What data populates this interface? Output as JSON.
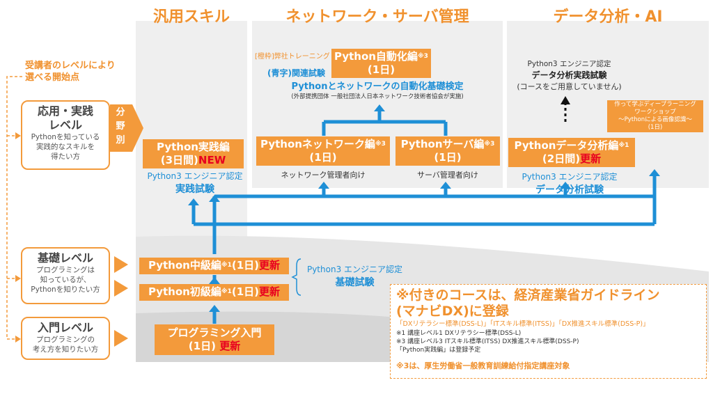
{
  "columns": {
    "general": "汎用スキル",
    "network": "ネットワーク・サーバ管理",
    "data": "データ分析・AI"
  },
  "start_note": [
    "受講者のレベルにより",
    "選べる開始点"
  ],
  "levels": {
    "advanced": {
      "title1": "応用・実践",
      "title2": "レベル",
      "desc": [
        "Pythonを知っている",
        "実践的なスキルを",
        "得たい方"
      ]
    },
    "basic": {
      "title": "基礎レベル",
      "desc": [
        "プログラミングは",
        "知っているが、",
        "Pythonを知りたい方"
      ]
    },
    "intro": {
      "title": "入門レベル",
      "desc": [
        "プログラミングの",
        "考え方を知りたい方"
      ]
    }
  },
  "bunya": [
    "分",
    "野",
    "別"
  ],
  "courses": {
    "jissen": {
      "name": "Python実践編",
      "days": "(3日間)",
      "badge": "NEW"
    },
    "automation": {
      "name": "Python自動化編",
      "mark": "※3",
      "days": "(1日)"
    },
    "network": {
      "name": "Pythonネットワーク編",
      "mark": "※3",
      "days": "(1日)",
      "target": "ネットワーク管理者向け"
    },
    "server": {
      "name": "Pythonサーバ編",
      "mark": "※3",
      "days": "(1日)",
      "target": "サーバ管理者向け"
    },
    "data": {
      "name": "Pythonデータ分析編",
      "mark": "※1",
      "days": "(2日間)",
      "badge": "更新"
    },
    "middle": {
      "name": "Python中級編",
      "mark": "※1",
      "days": "(1日)",
      "badge": "更新"
    },
    "beginner": {
      "name": "Python初級編",
      "mark": "※1",
      "days": "(1日)",
      "badge": "更新"
    },
    "intro": {
      "name": "プログラミング入門",
      "days": "(1日)",
      "badge": "更新"
    }
  },
  "legend": {
    "orange": "[橙枠]弊社トレーニング",
    "blue": "(青字)関連試験"
  },
  "exams": {
    "jissen": {
      "l1": "Python3 エンジニア認定",
      "l2": "実践試験"
    },
    "automation": {
      "l1": "Pythonとネットワークの自動化基礎検定",
      "l2": "(外部提携団体 一般社団法人日本ネットワーク技術者協会が実施)"
    },
    "data": {
      "l1": "Python3 エンジニア認定",
      "l2": "データ分析試験"
    },
    "basic": {
      "l1": "Python3 エンジニア認定",
      "l2": "基礎試験"
    },
    "practical": {
      "l1": "Python3 エンジニア認定",
      "l2": "データ分析実践試験",
      "l3": "(コースをご用意していません)"
    }
  },
  "workshop": [
    "作って学ぶディープラーニング",
    "ワークショップ",
    "～Pythonによる画像認識～",
    "(1日)"
  ],
  "note": {
    "heading1": "※付きのコースは、経済産業省ガイドライン",
    "heading2": "(マナビDX)に登録",
    "standards": "「DXリテラシー標準(DSS-L)」「ITスキル標準(ITSS)」「DX推進スキル標準(DSS-P)」",
    "n1": "※1 講座レベル1 DXリテラシー標準(DSS-L)",
    "n3": "※3 講座レベル3 ITスキル標準(ITSS) DX推進スキル標準(DSS-P)",
    "n4": "「Python実践編」は登録予定",
    "footer": "※3は、厚生労働省一般教育訓練給付指定講座対象"
  },
  "colors": {
    "orange": "#f39a3b",
    "blue": "#1e8fd6",
    "red": "#e8001f",
    "panel": "#efefef"
  }
}
